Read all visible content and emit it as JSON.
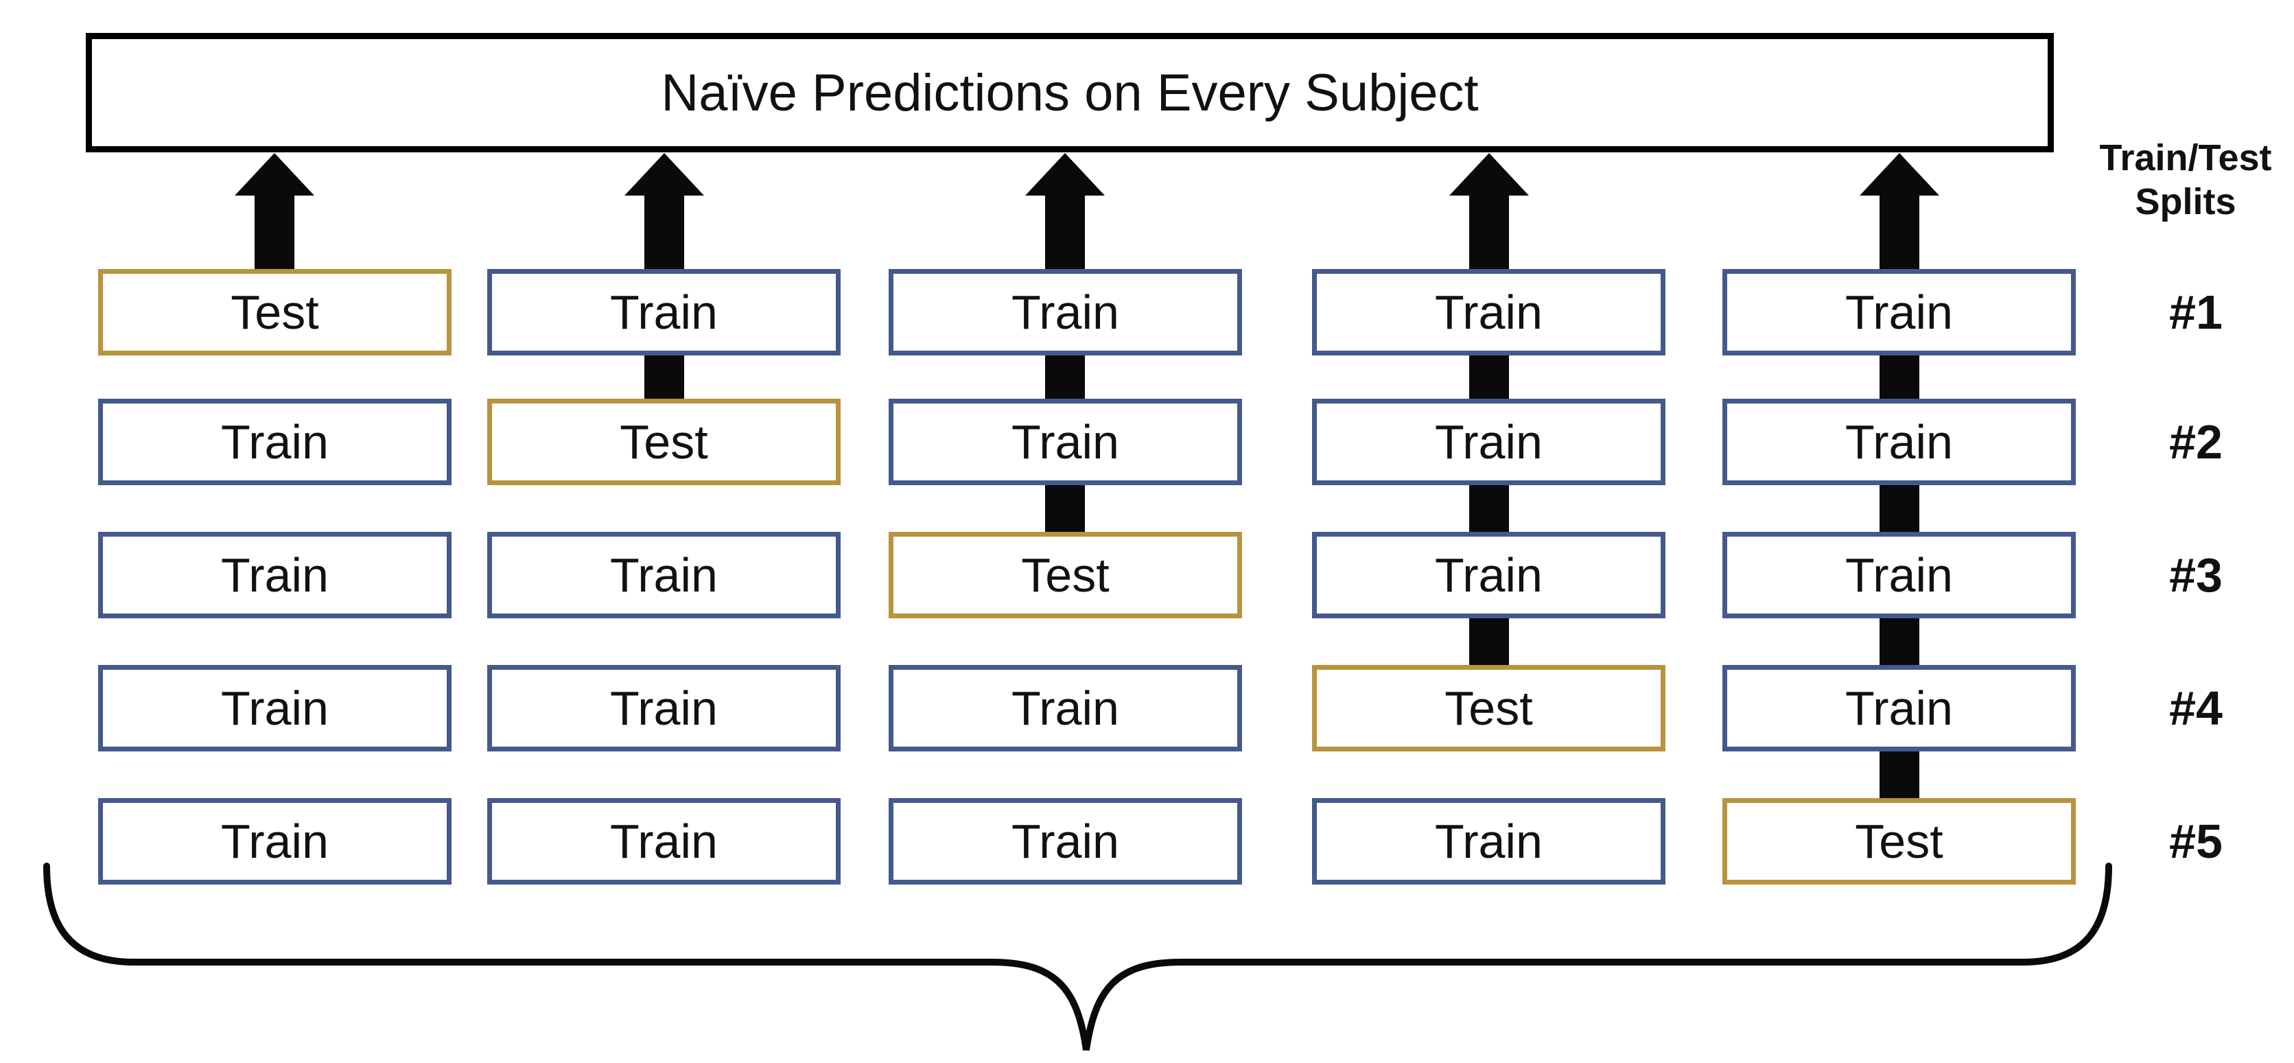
{
  "title": "Naïve Predictions on Every Subject",
  "legend": {
    "line1": "Train/Test",
    "line2": "Splits"
  },
  "splits": [
    {
      "id": "#1",
      "cells": [
        "Test",
        "Train",
        "Train",
        "Train",
        "Train"
      ]
    },
    {
      "id": "#2",
      "cells": [
        "Train",
        "Test",
        "Train",
        "Train",
        "Train"
      ]
    },
    {
      "id": "#3",
      "cells": [
        "Train",
        "Train",
        "Test",
        "Train",
        "Train"
      ]
    },
    {
      "id": "#4",
      "cells": [
        "Train",
        "Train",
        "Train",
        "Test",
        "Train"
      ]
    },
    {
      "id": "#5",
      "cells": [
        "Train",
        "Train",
        "Train",
        "Train",
        "Test"
      ]
    }
  ],
  "colors": {
    "train_border": "#44598C",
    "test_border": "#B9933F",
    "arrow": "#0a0a0a",
    "outline": "#000000"
  }
}
